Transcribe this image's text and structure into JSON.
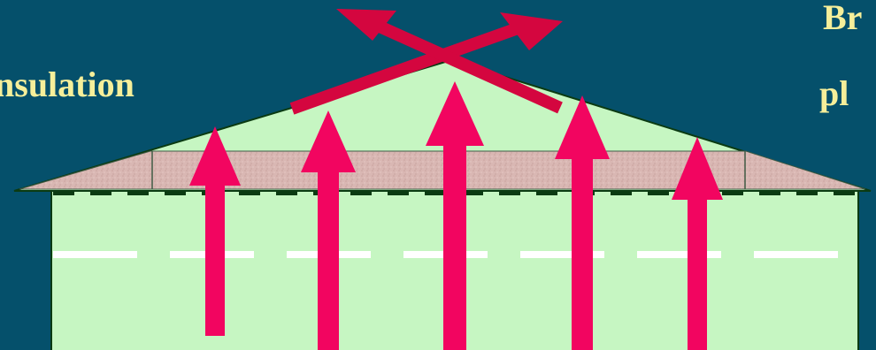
{
  "labels": {
    "insulation": "nsulation",
    "right_line1": "Br",
    "right_line2": "pl"
  },
  "colors": {
    "background": "#05506b",
    "house_fill": "#c6f6c2",
    "insulation_fill": "#d9b7b3",
    "heat_arrow": "#f20560",
    "roof_arrow": "#d4063f",
    "label_text": "#f6ef9a",
    "dashed_line": "#ffffff",
    "ceiling_dash": "#0b3b12"
  },
  "icons": {
    "heat_flow": "up-arrow-icon",
    "roof_vent": "crossed-arrows-icon"
  }
}
